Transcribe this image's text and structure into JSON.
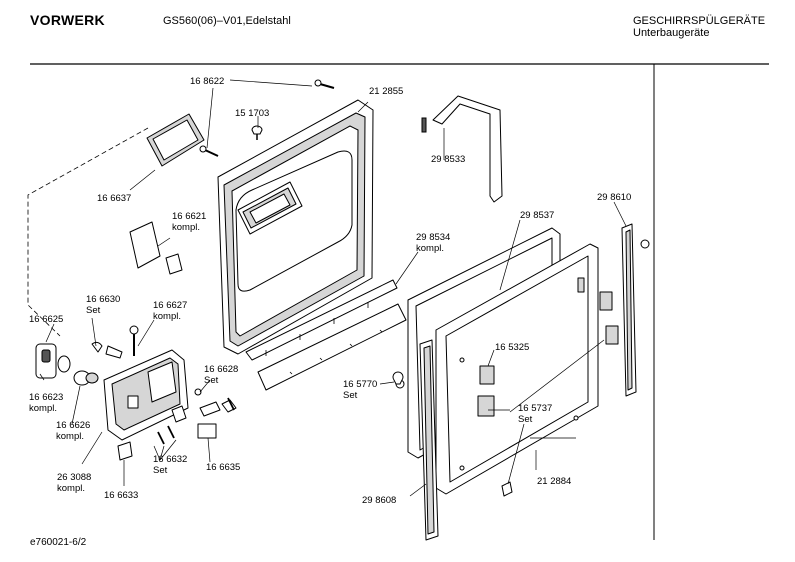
{
  "header": {
    "brand": "VORWERK",
    "model": "GS560(06)–V01,Edelstahl",
    "category": "GESCHIRRSPÜLGERÄTE",
    "subcategory": "Unterbaugeräte"
  },
  "footer": {
    "code": "e760021-6/2"
  },
  "parts": [
    {
      "id": "p168622",
      "lines": [
        "16 8622"
      ]
    },
    {
      "id": "p212855",
      "lines": [
        "21 2855"
      ]
    },
    {
      "id": "p151703",
      "lines": [
        "15 1703"
      ]
    },
    {
      "id": "p298533",
      "lines": [
        "29 8533"
      ]
    },
    {
      "id": "p166637",
      "lines": [
        "16 6637"
      ]
    },
    {
      "id": "p166621",
      "lines": [
        "16 6621",
        "kompl."
      ]
    },
    {
      "id": "p298534",
      "lines": [
        "29 8534",
        "kompl."
      ]
    },
    {
      "id": "p298537",
      "lines": [
        "29 8537"
      ]
    },
    {
      "id": "p298610",
      "lines": [
        "29 8610"
      ]
    },
    {
      "id": "p166630",
      "lines": [
        "16 6630",
        "Set"
      ]
    },
    {
      "id": "p166627",
      "lines": [
        "16 6627",
        "kompl."
      ]
    },
    {
      "id": "p166625",
      "lines": [
        "16 6625"
      ]
    },
    {
      "id": "p166628",
      "lines": [
        "16 6628",
        "Set"
      ]
    },
    {
      "id": "p165325",
      "lines": [
        "16 5325"
      ]
    },
    {
      "id": "p165770",
      "lines": [
        "16 5770",
        "Set"
      ]
    },
    {
      "id": "p166623",
      "lines": [
        "16 6623",
        "kompl."
      ]
    },
    {
      "id": "p166626",
      "lines": [
        "16 6626",
        "kompl."
      ]
    },
    {
      "id": "p165737",
      "lines": [
        "16 5737",
        "Set"
      ]
    },
    {
      "id": "p166632",
      "lines": [
        "16 6632",
        "Set"
      ]
    },
    {
      "id": "p166635",
      "lines": [
        "16 6635"
      ]
    },
    {
      "id": "p212884",
      "lines": [
        "21 2884"
      ]
    },
    {
      "id": "p263088",
      "lines": [
        "26 3088",
        "kompl."
      ]
    },
    {
      "id": "p298608",
      "lines": [
        "29 8608"
      ]
    },
    {
      "id": "p166633",
      "lines": [
        "16 6633"
      ]
    }
  ]
}
